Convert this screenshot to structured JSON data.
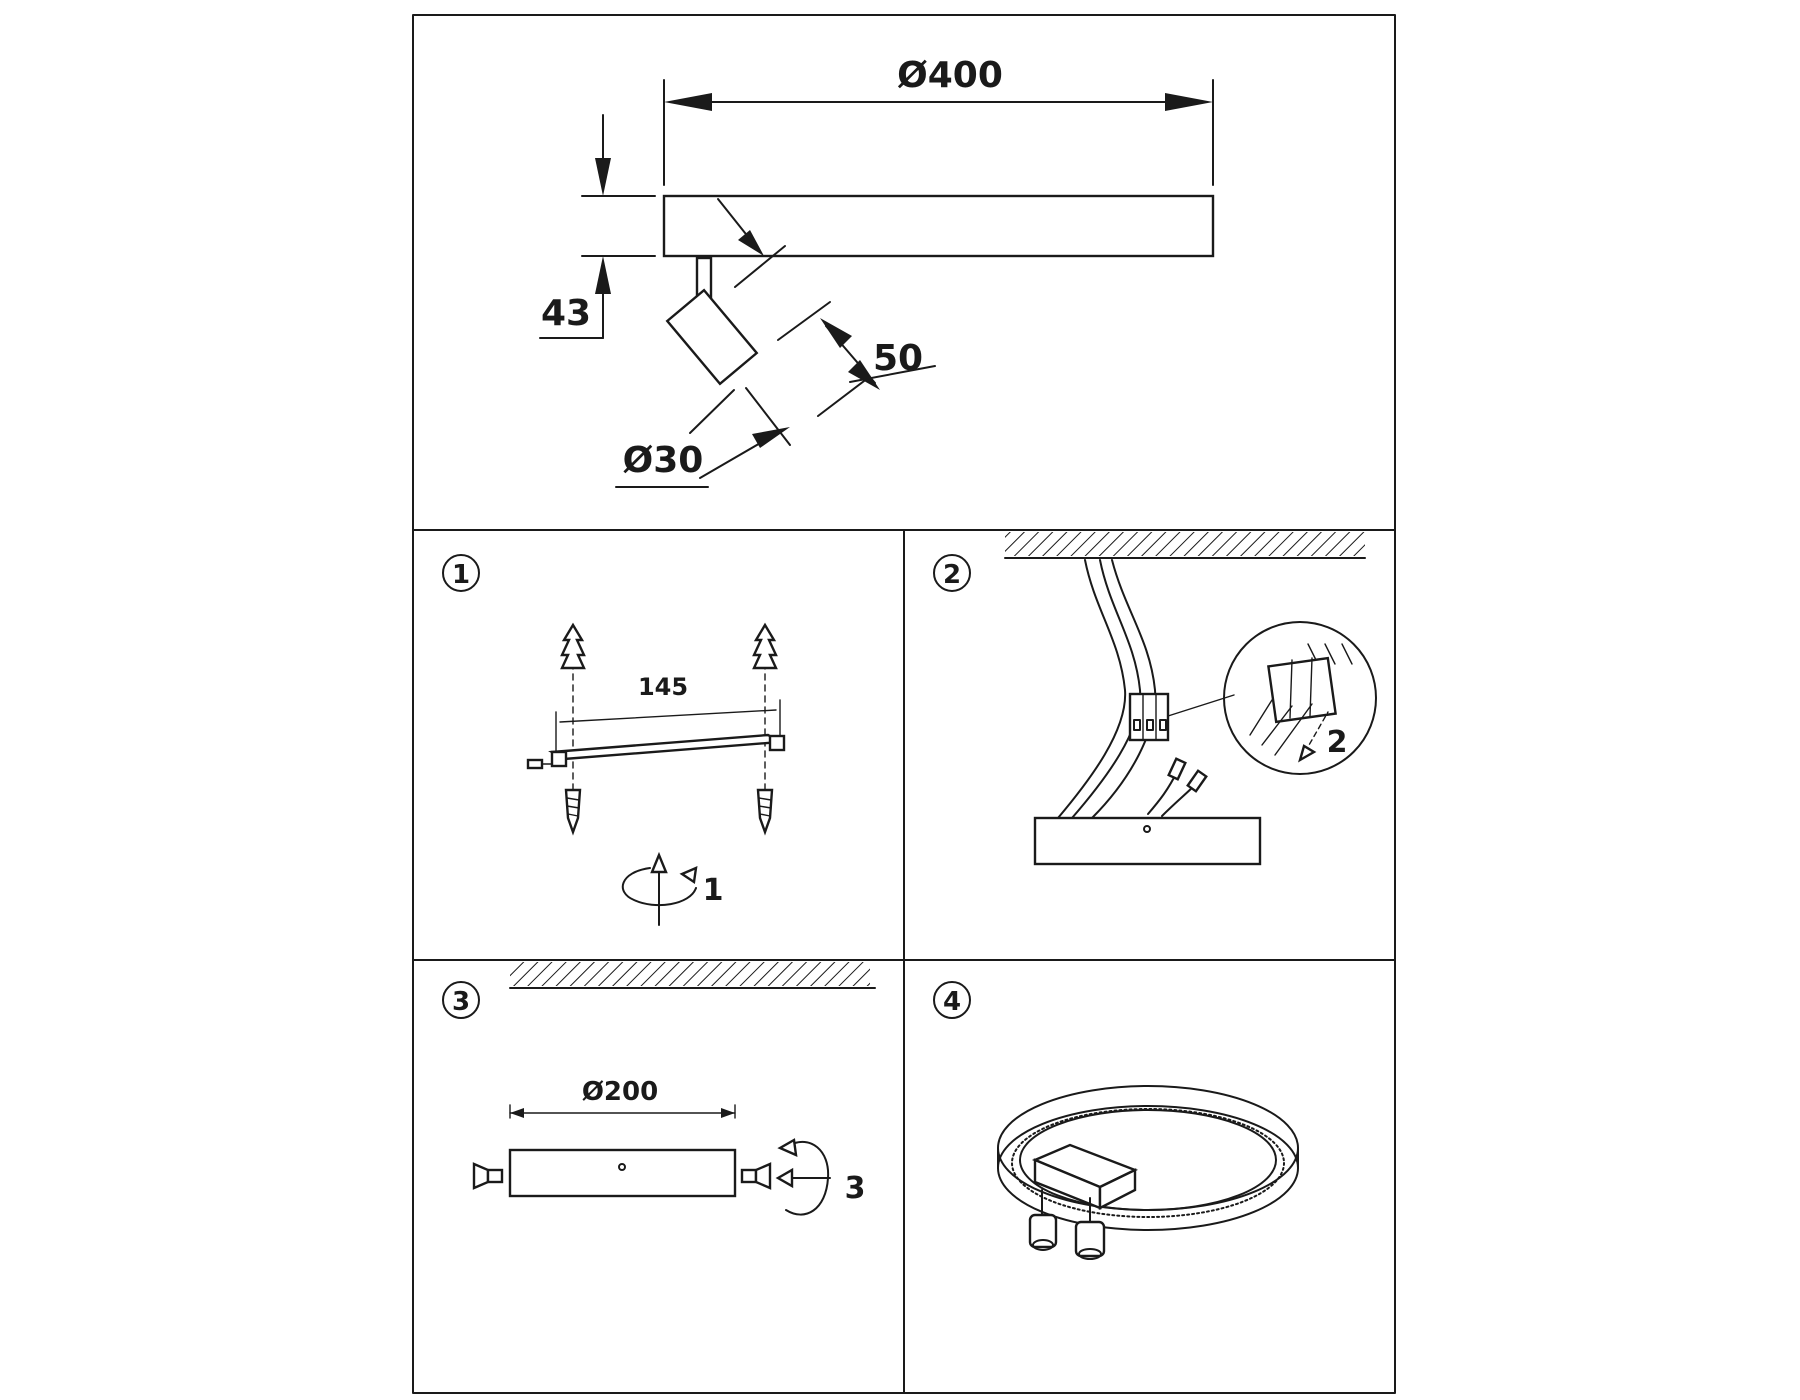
{
  "dimensions": {
    "diameter_400": "Ø400",
    "height_43": "43",
    "length_50": "50",
    "diameter_30": "Ø30",
    "spacing_145": "145",
    "diameter_200": "Ø200"
  },
  "steps": [
    {
      "number": "1",
      "callout": "1"
    },
    {
      "number": "2",
      "callout": "2"
    },
    {
      "number": "3",
      "callout": "3"
    },
    {
      "number": "4"
    }
  ],
  "colors": {
    "ink": "#1a1a1a",
    "paper": "#ffffff"
  }
}
